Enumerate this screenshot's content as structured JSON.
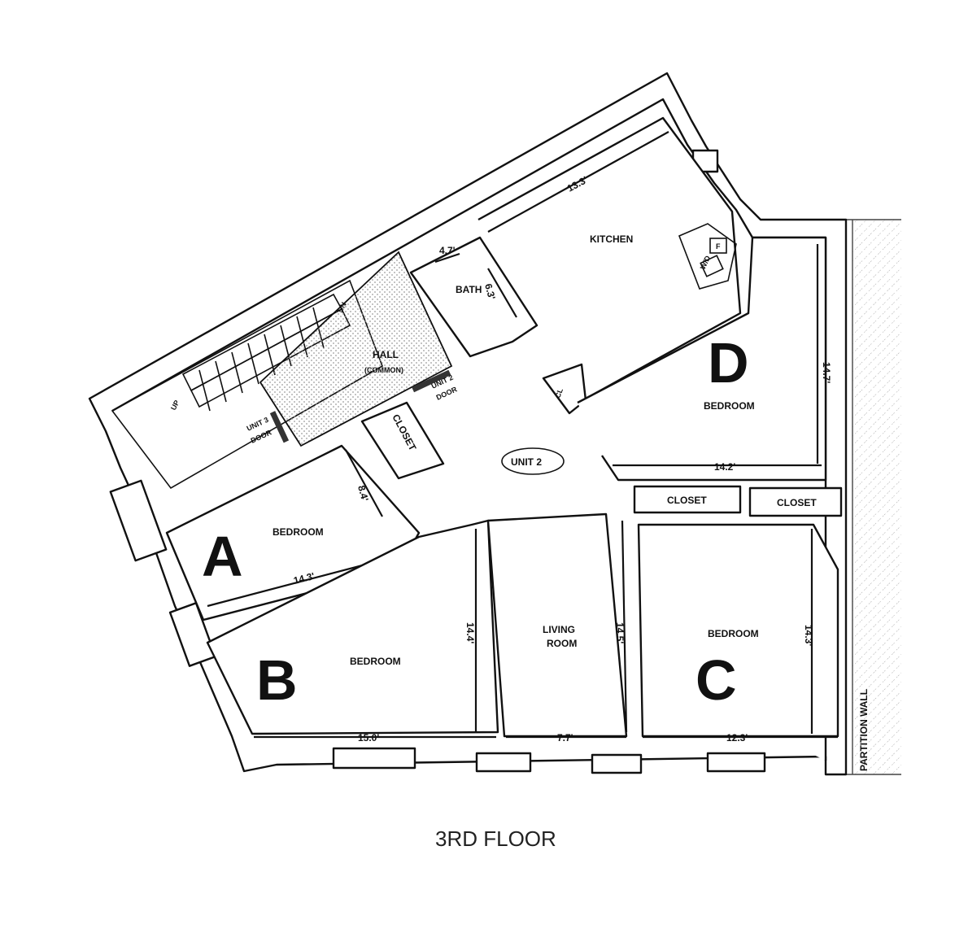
{
  "title": "3RD FLOOR",
  "rooms": {
    "kitchen": "KITCHEN",
    "bath": "BATH",
    "hall": "HALL",
    "hall_sub": "(COMMON)",
    "closet_hall": "CLOSET",
    "cl": "CL",
    "unit": "UNIT 2",
    "bedroom_a": "BEDROOM",
    "bedroom_b": "BEDROOM",
    "bedroom_c": "BEDROOM",
    "bedroom_d": "BEDROOM",
    "closet_1": "CLOSET",
    "closet_2": "CLOSET",
    "living_1": "LIVING",
    "living_2": "ROOM",
    "unit3_door_1": "UNIT 3",
    "unit3_door_2": "DOOR",
    "unit2_door_1": "UNIT 2",
    "unit2_door_2": "DOOR",
    "stair_up": "UP",
    "stair_dn": "DN",
    "fridge": "F",
    "washer": "W/D",
    "partition": "PARTITION WALL"
  },
  "letters": {
    "a": "A",
    "b": "B",
    "c": "C",
    "d": "D"
  },
  "dimensions": {
    "kitchen_w": "13.3'",
    "bath_w": "4.7'",
    "bath_h": "6.3'",
    "bedroom_d_h": "14.7'",
    "bedroom_d_w": "14.2'",
    "bedroom_a_h": "8.4'",
    "bedroom_a_w": "14.3'",
    "bedroom_b_h": "14.4'",
    "bedroom_b_w": "15.0'",
    "living_h": "14.5'",
    "living_w": "7.7'",
    "bedroom_c_h": "14.3'",
    "bedroom_c_w": "12.3'"
  }
}
